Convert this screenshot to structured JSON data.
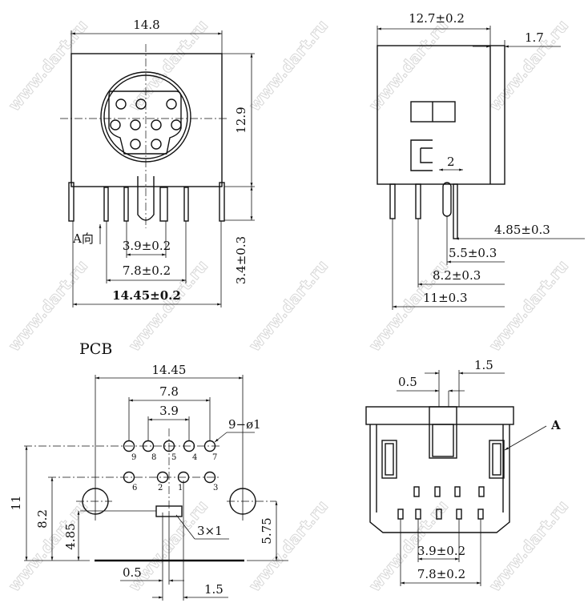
{
  "watermark": "www.dart.ru",
  "front_view": {
    "width_top": "14.8",
    "height": "12.9",
    "pin_length": "3.4±0.3",
    "pitch_inner": "3.9±0.2",
    "pitch_outer": "7.8±0.2",
    "width_bottom": "14.45±0.2",
    "direction_label": "A向"
  },
  "side_view": {
    "depth": "12.7±0.2",
    "flange": "1.7",
    "tab": "2",
    "dim_1": "4.85±0.3",
    "dim_2": "5.5±0.3",
    "dim_3": "8.2±0.3",
    "dim_4": "11±0.3"
  },
  "pcb_view": {
    "title": "PCB",
    "width": "14.45",
    "pitch_outer": "7.8",
    "pitch_inner": "3.9",
    "hole_spec": "9−ø1",
    "row1_pins": [
      "9",
      "8",
      "5",
      "4",
      "7"
    ],
    "row2_pins": [
      "6",
      "2",
      "1",
      "3"
    ],
    "slot_spec": "3×1",
    "dim_11": "11",
    "dim_8_2": "8.2",
    "dim_4_85": "4.85",
    "dim_5_75": "5.75",
    "dim_0_5": "0.5",
    "dim_1_5": "1.5"
  },
  "bottom_view": {
    "dim_0_5": "0.5",
    "dim_1_5": "1.5",
    "label_a": "A",
    "pitch_inner": "3.9±0.2",
    "pitch_outer": "7.8±0.2"
  }
}
